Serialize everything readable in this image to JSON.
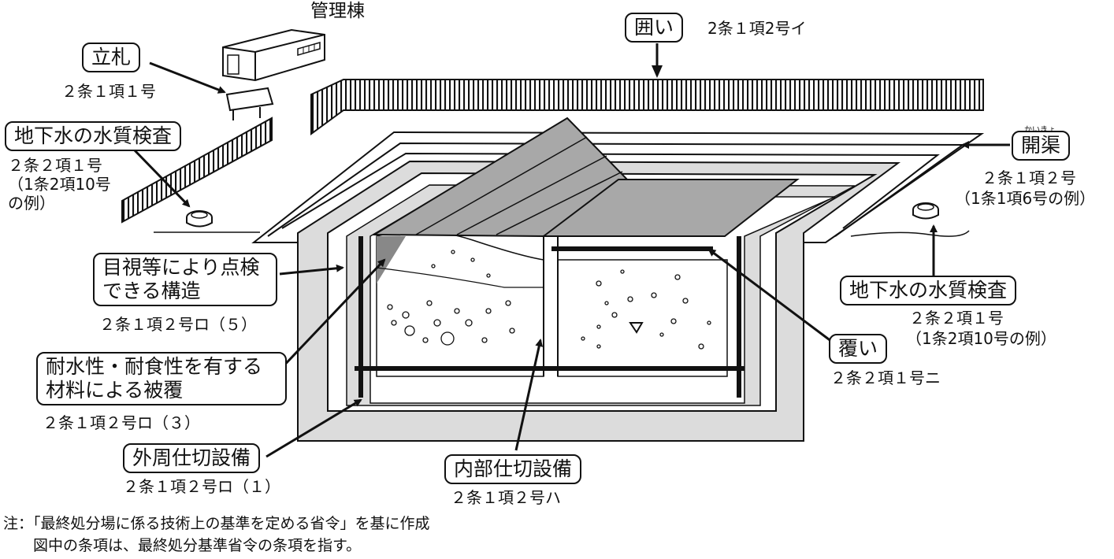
{
  "building": "管理棟",
  "callouts": {
    "signboard": {
      "title": "立札",
      "ref": "２条１項１号"
    },
    "fence": {
      "title": "囲い",
      "ref": "2条１項2号イ"
    },
    "gw_left": {
      "title": "地下水の水質検査",
      "ref_lines": [
        "２条２項１号",
        "（1条2項10号",
        "の例）"
      ]
    },
    "open_channel": {
      "ruby": "かいきょ",
      "title": "開渠",
      "ref_lines": [
        "２条１項２号",
        "（1条1項6号の例）"
      ]
    },
    "inspection": {
      "title_lines": [
        "目視等により点検",
        "できる構造"
      ],
      "ref": "２条１項２号ロ（５）"
    },
    "gw_right": {
      "title": "地下水の水質検査",
      "ref_lines": [
        "２条２項１号",
        "（1条2項10号の例）"
      ]
    },
    "cover": {
      "title": "覆い",
      "ref": "２条２項１号ニ"
    },
    "coating": {
      "title_lines": [
        "耐水性・耐食性を有する",
        "材料による被覆"
      ],
      "ref": "２条１項２号ロ（３）"
    },
    "outer_partition": {
      "title": "外周仕切設備",
      "ref": "２条１項２号ロ（１）"
    },
    "inner_partition": {
      "title": "内部仕切設備",
      "ref": "２条１項２号ハ"
    }
  },
  "notes": [
    "注：「最終処分場に係る技術上の基準を定める省令」を基に作成",
    "　　図中の条項は、最終処分基準省令の条項を指す。"
  ],
  "colors": {
    "line": "#111111",
    "roof": "#a8a8a8",
    "wall": "#dcdcdc",
    "waste": "#ffffff"
  }
}
